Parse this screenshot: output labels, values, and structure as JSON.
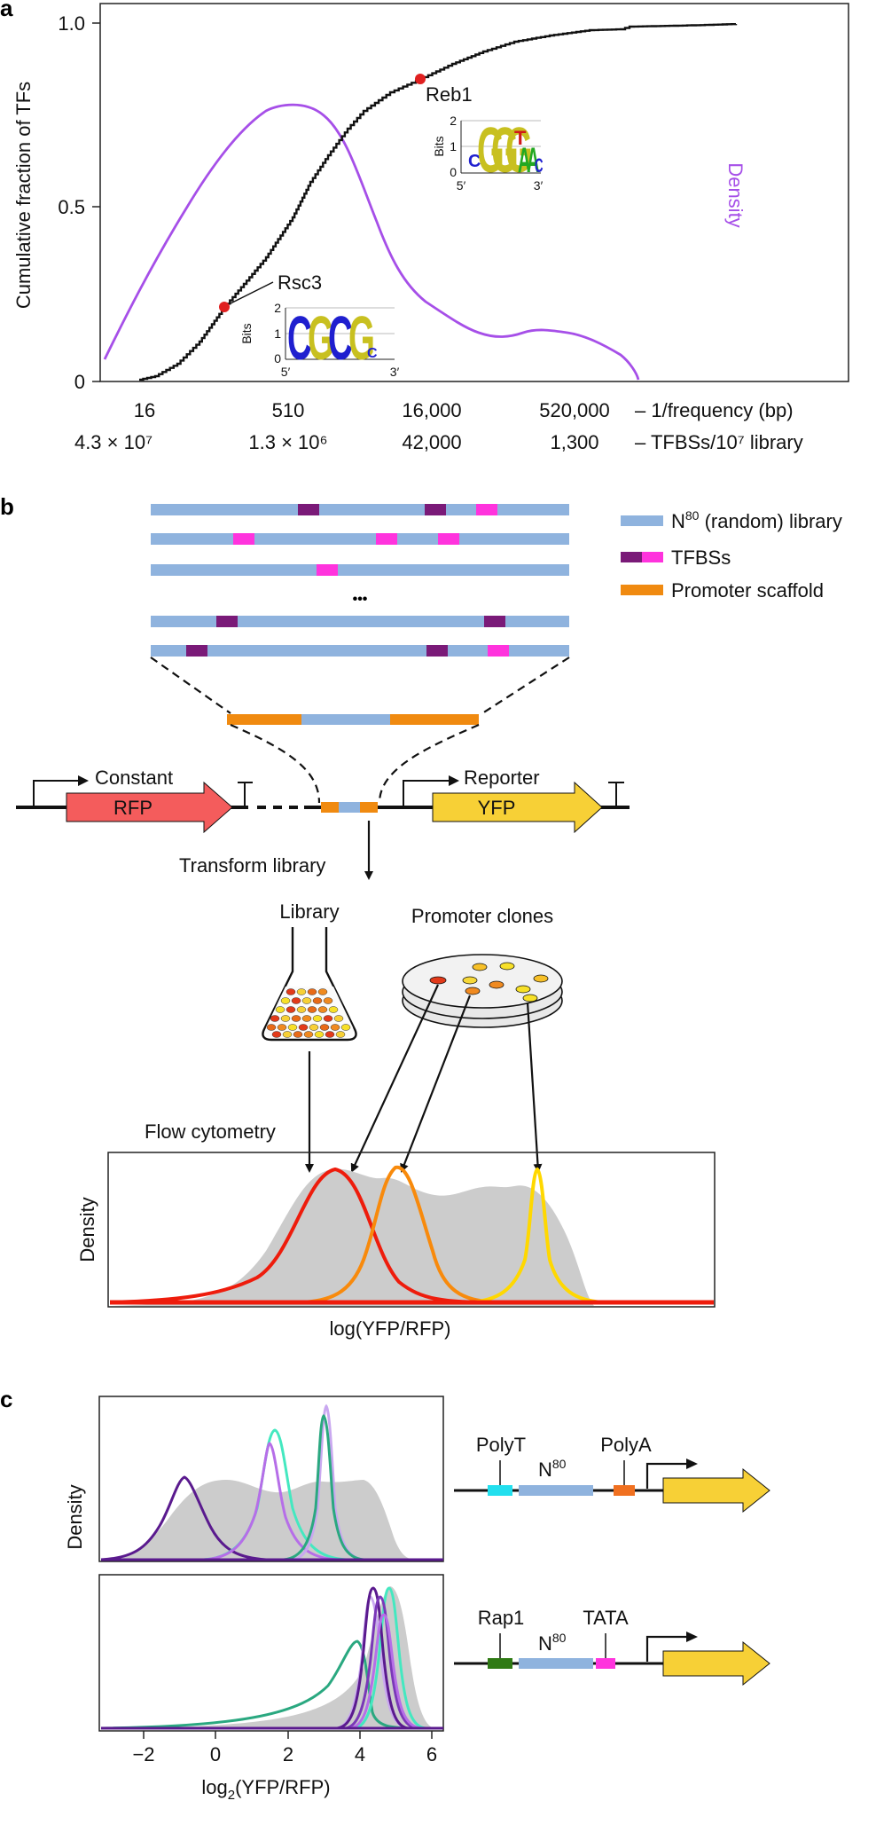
{
  "panel_a": {
    "label": "a",
    "ylabel": "Cumulative fraction of TFs",
    "y2label": "Density",
    "yticks": [
      "0",
      "0.5",
      "1.0"
    ],
    "x_freq": [
      "16",
      "510",
      "16,000",
      "520,000"
    ],
    "x_freq_label": "– 1/frequency (bp)",
    "x_tfbs": [
      "4.3 × 10⁷",
      "1.3 × 10⁶",
      "42,000",
      "1,300"
    ],
    "x_tfbs_label": "– TFBSs/10⁷ library",
    "reb1": "Reb1",
    "rsc3": "Rsc3",
    "logo_bits": "Bits",
    "logo_ticks": [
      "0",
      "1",
      "2"
    ],
    "logo_5": "5′",
    "logo_3": "3′",
    "reb1_motif": [
      "C",
      "G",
      "G",
      "G",
      "T",
      "A",
      "A",
      "C"
    ],
    "rsc3_motif": [
      "C",
      "G",
      "C",
      "G",
      "C"
    ],
    "colors": {
      "cumulative": "#111111",
      "density": "#a64fe8",
      "marker": "#e02020"
    }
  },
  "panel_b": {
    "label": "b",
    "legend": [
      "N⁸⁰ (random) library",
      "TFBSs",
      "Promoter scaffold"
    ],
    "ellipsis": "•••",
    "constant": "Constant",
    "rfp": "RFP",
    "reporter": "Reporter",
    "yfp": "YFP",
    "transform": "Transform library",
    "library": "Library",
    "promoter_clones": "Promoter clones",
    "flow": "Flow cytometry",
    "ylabel": "Density",
    "xlabel": "log(YFP/RFP)",
    "colors": {
      "library": "#8fb3de",
      "tfbs_dark": "#7a1a78",
      "tfbs_pink": "#ff33dd",
      "scaffold": "#f08a10",
      "rfp": "#f45c5c",
      "yfp": "#f7d036"
    }
  },
  "panel_c": {
    "label": "c",
    "ylabel": "Density",
    "xticks": [
      "−2",
      "0",
      "2",
      "4",
      "6"
    ],
    "xlabel_main": "log",
    "xlabel_sub": "2",
    "xlabel_tail": "(YFP/RFP)",
    "top_construct": {
      "left": "PolyT",
      "middle": "N",
      "right": "PolyA",
      "sup": "80"
    },
    "bottom_construct": {
      "left": "Rap1",
      "middle": "N",
      "right": "TATA",
      "sup": "80"
    },
    "colors": {
      "polyt": "#22dfee",
      "polya": "#f07020",
      "rap1": "#2f7a14",
      "tata": "#ff33dd"
    }
  }
}
